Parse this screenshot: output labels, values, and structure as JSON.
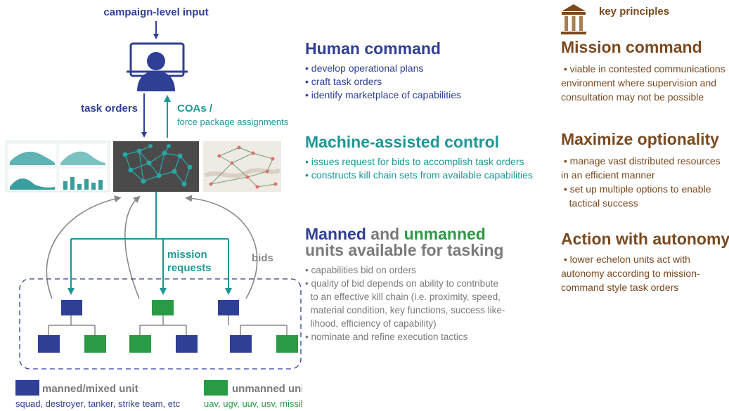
{
  "diagram": {
    "input_label": "campaign-level input",
    "task_orders_label": "task orders",
    "coas_label": "COAs /",
    "coas_sub_label": "force package assignments",
    "mission_requests_line1": "mission",
    "mission_requests_line2": "requests",
    "bids_label": "bids"
  },
  "human_command": {
    "title": "Human command",
    "items": [
      "• develop operational plans",
      "• craft task orders",
      "• identify marketplace of capabilities"
    ]
  },
  "machine_control": {
    "title": "Machine-assisted control",
    "items": [
      "• issues request for bids to accomplish task orders",
      "• constructs kill chain sets from available capabilities"
    ]
  },
  "units": {
    "title_manned": "Manned",
    "title_and": "and",
    "title_unmanned": "unmanned",
    "title_line2": "units available for tasking",
    "items": [
      "• capabilities bid on orders",
      "• quality of bid depends on ability to contribute",
      "  to an effective kill chain (i.e. proximity, speed,",
      "  material condition, key functions, success like-",
      "  lihood, efficiency of capability)",
      "• nominate and refine execution tactics"
    ]
  },
  "legend": {
    "manned_label": "manned/mixed unit",
    "manned_examples": "squad, destroyer, tanker, strike team, etc",
    "unmanned_label": "unmanned unit",
    "unmanned_examples": "uav, ugv, uuv, usv, missile, satellite, etc."
  },
  "principles": {
    "header": "key principles",
    "sections": [
      {
        "title": "Mission command",
        "lines": [
          " • viable in contested communications",
          "environment where supervision and",
          "consultation may not be possible"
        ]
      },
      {
        "title": "Maximize optionality",
        "lines": [
          " • manage vast distributed resources",
          "in an efficient manner",
          " • set up multiple options to enable",
          "   tactical success"
        ]
      },
      {
        "title": "Action with autonomy",
        "lines": [
          " • lower echelon units act with",
          "autonomy according to mission-",
          "command style task orders"
        ]
      }
    ]
  },
  "colors": {
    "manned": "#2f3f96",
    "unmanned": "#2a9a45",
    "teal": "#1f9696",
    "principle": "#7a4a20",
    "text_grey": "#7a7a7a"
  },
  "icons": [
    "monitor-user-icon",
    "network-graph-icon",
    "dashboard-charts-icon",
    "map-network-icon",
    "temple-icon"
  ]
}
